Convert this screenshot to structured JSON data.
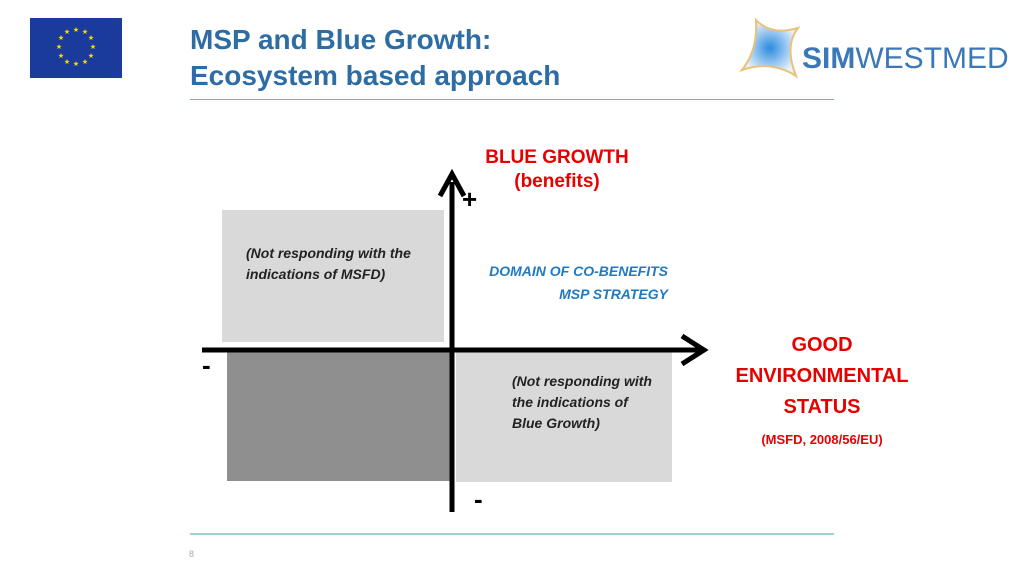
{
  "header": {
    "title_line1": "MSP and Blue Growth:",
    "title_line2": "Ecosystem based approach",
    "logo_bold": "SIM",
    "logo_light": "WESTMED"
  },
  "diagram": {
    "y_axis_label_1": "BLUE GROWTH",
    "y_axis_label_2": "(benefits)",
    "x_axis_label_1": "GOOD",
    "x_axis_label_2": "ENVIRONMENTAL",
    "x_axis_label_3": "STATUS",
    "x_axis_ref": "(MSFD, 2008/56/EU)",
    "plus_y": "+",
    "minus_x": "-",
    "minus_y": "-",
    "top_left_1": "(Not responding  with the",
    "top_left_2": "indications of MSFD)",
    "top_right_1": "DOMAIN OF CO-BENEFITS",
    "top_right_2": "MSP STRATEGY",
    "bottom_right_1": "(Not responding with",
    "bottom_right_2": "the indications of",
    "bottom_right_3": "Blue Growth)"
  },
  "footer": {
    "page_number": "8"
  }
}
